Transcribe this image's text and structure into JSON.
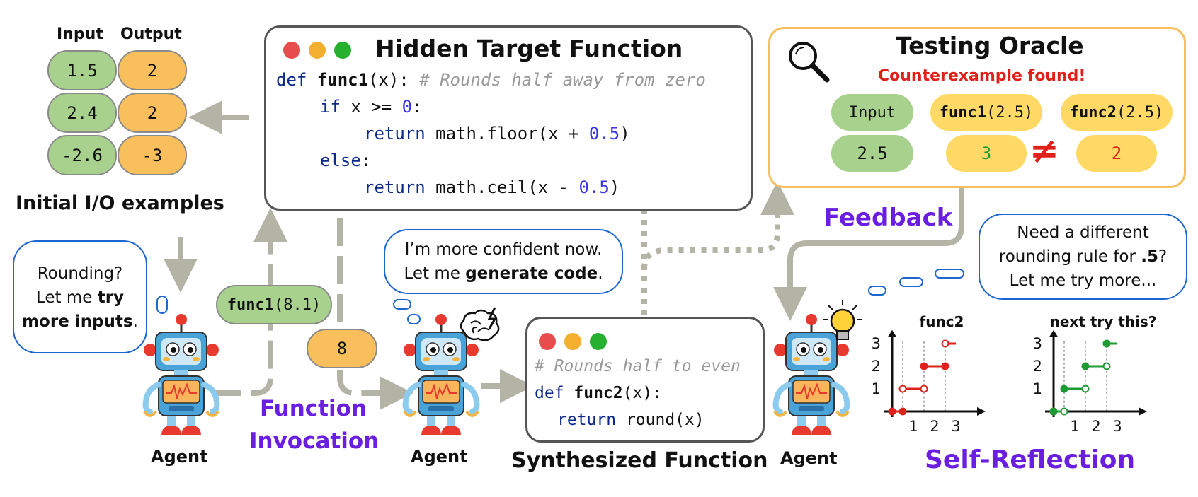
{
  "io_examples": {
    "input_header": "Input",
    "output_header": "Output",
    "rows": [
      {
        "input": "1.5",
        "output": "2"
      },
      {
        "input": "2.4",
        "output": "2"
      },
      {
        "input": "-2.6",
        "output": "-3"
      }
    ],
    "caption": "Initial I/O examples"
  },
  "hidden_function": {
    "title": "Hidden Target Function",
    "line1_kw": "def ",
    "line1_name": "func1",
    "line1_args": "(x): ",
    "line1_comment": "# Rounds half away from zero",
    "line2_kw": "if",
    "line2_code": " x >= ",
    "line2_num": "0",
    "line2_end": ":",
    "line3_kw": "return",
    "line3_code": " math.floor(x + ",
    "line3_num": "0.5",
    "line3_end": ")",
    "line4_kw": "else",
    "line4_end": ":",
    "line5_kw": "return",
    "line5_code": " math.ceil(x - ",
    "line5_num": "0.5",
    "line5_end": ")"
  },
  "oracle": {
    "title": "Testing Oracle",
    "status": "Counterexample found!",
    "input_label": "Input",
    "input_value": "2.5",
    "f1_name": "func1",
    "f1_arg": "(2.5)",
    "f1_value": "3",
    "f2_name": "func2",
    "f2_arg": "(2.5)",
    "f2_value": "2",
    "neq": "≠"
  },
  "feedback_label": "Feedback",
  "agent1": {
    "bubble_l1": "Rounding?",
    "bubble_l2a": "Let me ",
    "bubble_l2b": "try",
    "bubble_l3a": "more inputs",
    "bubble_l3b": ".",
    "label": "Agent"
  },
  "invocation": {
    "call_name": "func1",
    "call_arg": "(8.1)",
    "result": "8",
    "label_l1": "Function",
    "label_l2": "Invocation"
  },
  "agent2": {
    "bubble_l1": "I’m more confident now.",
    "bubble_l2a": "Let me ",
    "bubble_l2b": "generate code",
    "bubble_l2c": ".",
    "label": "Agent"
  },
  "synth_function": {
    "comment": "# Rounds half to even",
    "line2_kw": "def ",
    "line2_name": "func2",
    "line2_end": "(x):",
    "line3_kw": "return",
    "line3_code": " round(x)",
    "caption": "Synthesized Function"
  },
  "agent3": {
    "bubble_l1": "Need a different",
    "bubble_l2a": "rounding rule for ",
    "bubble_l2b": ".5",
    "bubble_l2c": "?",
    "bubble_l3": "Let me try more...",
    "label": "Agent"
  },
  "self_reflection_label": "Self-Reflection",
  "chart_data": [
    {
      "type": "step",
      "title": "func2",
      "x_ticks": [
        "1",
        "2",
        "3"
      ],
      "y_ticks": [
        "1",
        "2",
        "3"
      ],
      "color": "#e0201b",
      "segments": [
        {
          "x0": 0,
          "x1": 0.5,
          "y": 0,
          "start_closed": true,
          "end_closed": true
        },
        {
          "x0": 0.5,
          "x1": 1.5,
          "y": 1,
          "start_closed": false,
          "end_closed": false
        },
        {
          "x0": 1.5,
          "x1": 2.5,
          "y": 2,
          "start_closed": true,
          "end_closed": true
        },
        {
          "x0": 2.5,
          "x1": 3.0,
          "y": 3,
          "start_closed": false,
          "end_closed": false
        }
      ]
    },
    {
      "type": "step",
      "title": "next try this?",
      "x_ticks": [
        "1",
        "2",
        "3"
      ],
      "y_ticks": [
        "1",
        "2",
        "3"
      ],
      "color": "#1f9a35",
      "segments": [
        {
          "x0": 0,
          "x1": 0.5,
          "y": 0,
          "start_closed": true,
          "end_closed": false
        },
        {
          "x0": 0.5,
          "x1": 1.5,
          "y": 1,
          "start_closed": true,
          "end_closed": false
        },
        {
          "x0": 1.5,
          "x1": 2.5,
          "y": 2,
          "start_closed": true,
          "end_closed": false
        },
        {
          "x0": 2.5,
          "x1": 3.0,
          "y": 3,
          "start_closed": true,
          "end_closed": false
        }
      ]
    }
  ],
  "colors": {
    "green": "#a9d18e",
    "orange": "#f9bf5c",
    "yellow": "#ffd966",
    "purple": "#6a1fe0",
    "red": "#e0201b",
    "oracle_border": "#f9bf5c",
    "bubble_border": "#1e66d0",
    "arrow_gray": "#b3b3a6"
  }
}
